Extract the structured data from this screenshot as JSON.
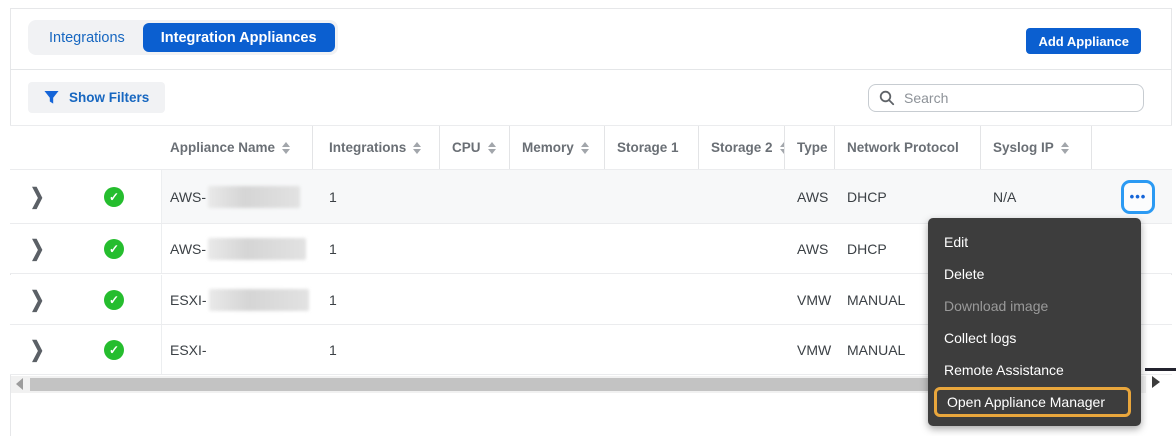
{
  "tabs": [
    {
      "label": "Integrations",
      "active": false
    },
    {
      "label": "Integration Appliances",
      "active": true
    }
  ],
  "header": {
    "add_appliance_label": "Add Appliance"
  },
  "filters": {
    "show_filters_label": "Show Filters"
  },
  "search": {
    "placeholder": "Search"
  },
  "table": {
    "columns": [
      {
        "label": "Appliance Name"
      },
      {
        "label": "Integrations"
      },
      {
        "label": "CPU"
      },
      {
        "label": "Memory"
      },
      {
        "label": "Storage 1"
      },
      {
        "label": "Storage 2"
      },
      {
        "label": "Type"
      },
      {
        "label": "Network Protocol"
      },
      {
        "label": "Syslog IP"
      }
    ],
    "rows": [
      {
        "status": "connected",
        "name": "AWS-",
        "integrations": "1",
        "type": "AWS",
        "protocol": "DHCP",
        "syslog": "N/A"
      },
      {
        "status": "connected",
        "name": "AWS-",
        "integrations": "1",
        "type": "AWS",
        "protocol": "DHCP",
        "syslog": ""
      },
      {
        "status": "connected",
        "name": "ESXI-",
        "integrations": "1",
        "type": "VMW",
        "protocol": "MANUAL",
        "syslog": ""
      },
      {
        "status": "connected",
        "name": "ESXI-",
        "integrations": "1",
        "type": "VMW",
        "protocol": "MANUAL",
        "syslog": ""
      }
    ],
    "actions_ellipsis": "•••",
    "status_check": "✓",
    "expand_chevron": "❯"
  },
  "context_menu": {
    "items": [
      {
        "label": "Edit",
        "enabled": true,
        "highlighted": false
      },
      {
        "label": "Delete",
        "enabled": true,
        "highlighted": false
      },
      {
        "label": "Download image",
        "enabled": false,
        "highlighted": false
      },
      {
        "label": "Collect logs",
        "enabled": true,
        "highlighted": false
      },
      {
        "label": "Remote Assistance",
        "enabled": true,
        "highlighted": false
      },
      {
        "label": "Open Appliance Manager",
        "enabled": true,
        "highlighted": true
      }
    ]
  },
  "colors": {
    "primary_blue": "#0b5fd0",
    "link_blue": "#1767c0",
    "accent_blue": "#2b9af3",
    "status_green": "#25bd2e",
    "menu_bg": "#3d3d3d",
    "highlight_orange": "#e9a63c"
  }
}
